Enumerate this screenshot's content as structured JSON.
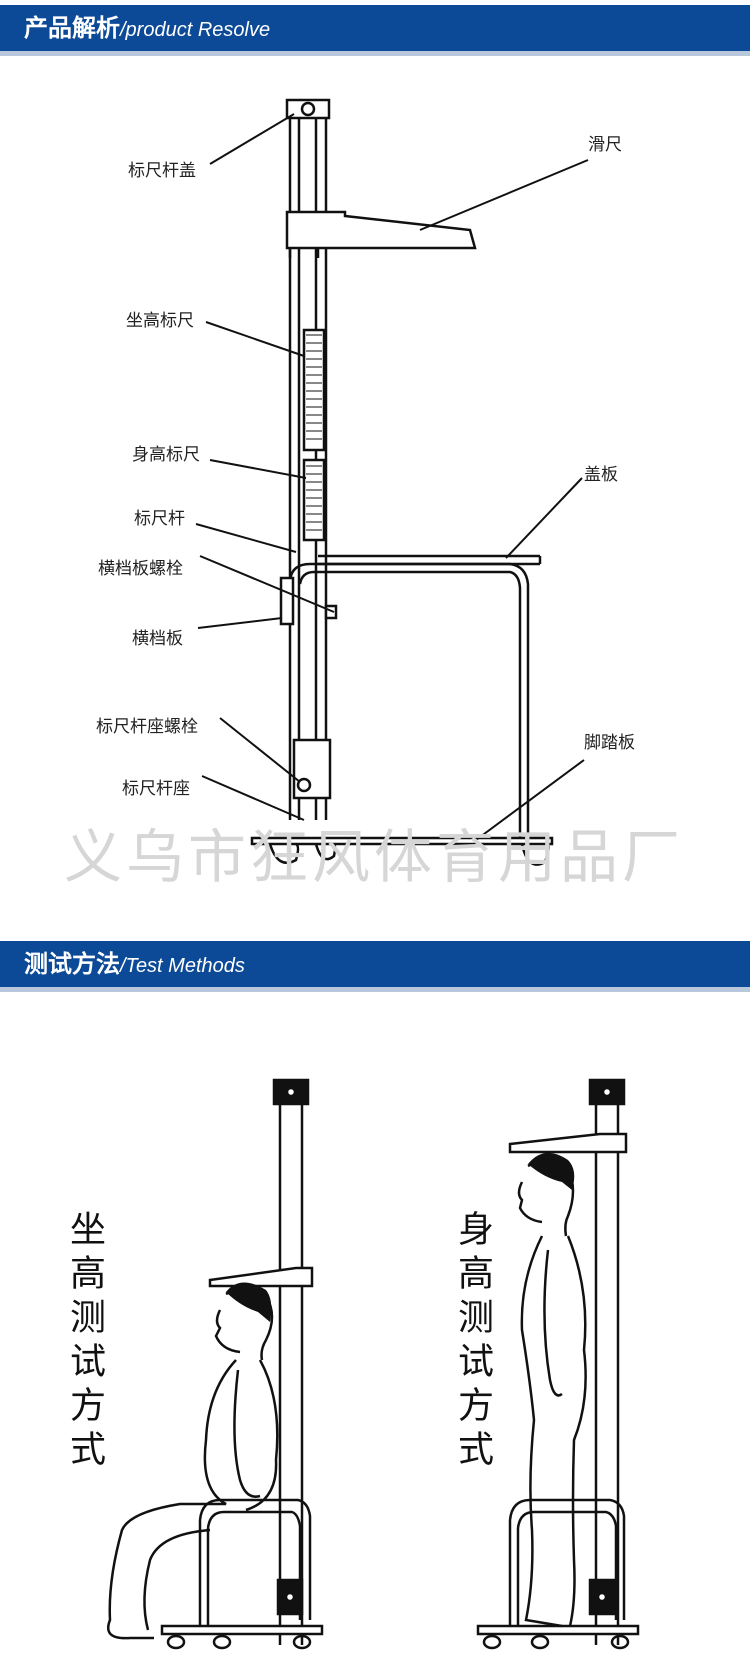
{
  "header1": {
    "zh": "产品解析",
    "en": "/product Resolve"
  },
  "header2": {
    "zh": "测试方法",
    "en": "/Test Methods"
  },
  "labels": {
    "rod_cap": "标尺杆盖",
    "slider": "滑尺",
    "sitting_scale": "坐高标尺",
    "height_scale": "身高标尺",
    "rod": "标尺杆",
    "cover_plate": "盖板",
    "crossbar_bolt": "横档板螺栓",
    "crossbar": "横档板",
    "base_bolt": "标尺杆座螺栓",
    "base": "标尺杆座",
    "footboard": "脚踏板"
  },
  "watermark": "义乌市狂风体育用品厂",
  "methods": {
    "sitting": "坐高测试方式",
    "standing": "身高测试方式"
  }
}
